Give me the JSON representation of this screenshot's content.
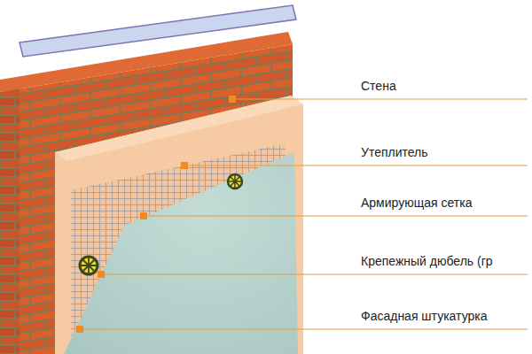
{
  "diagram": {
    "labels": [
      "Стена",
      "Утеплитель",
      "Армирующая сетка",
      "Крепежный дюбель (гр",
      "Фасадная штукатурка"
    ]
  }
}
